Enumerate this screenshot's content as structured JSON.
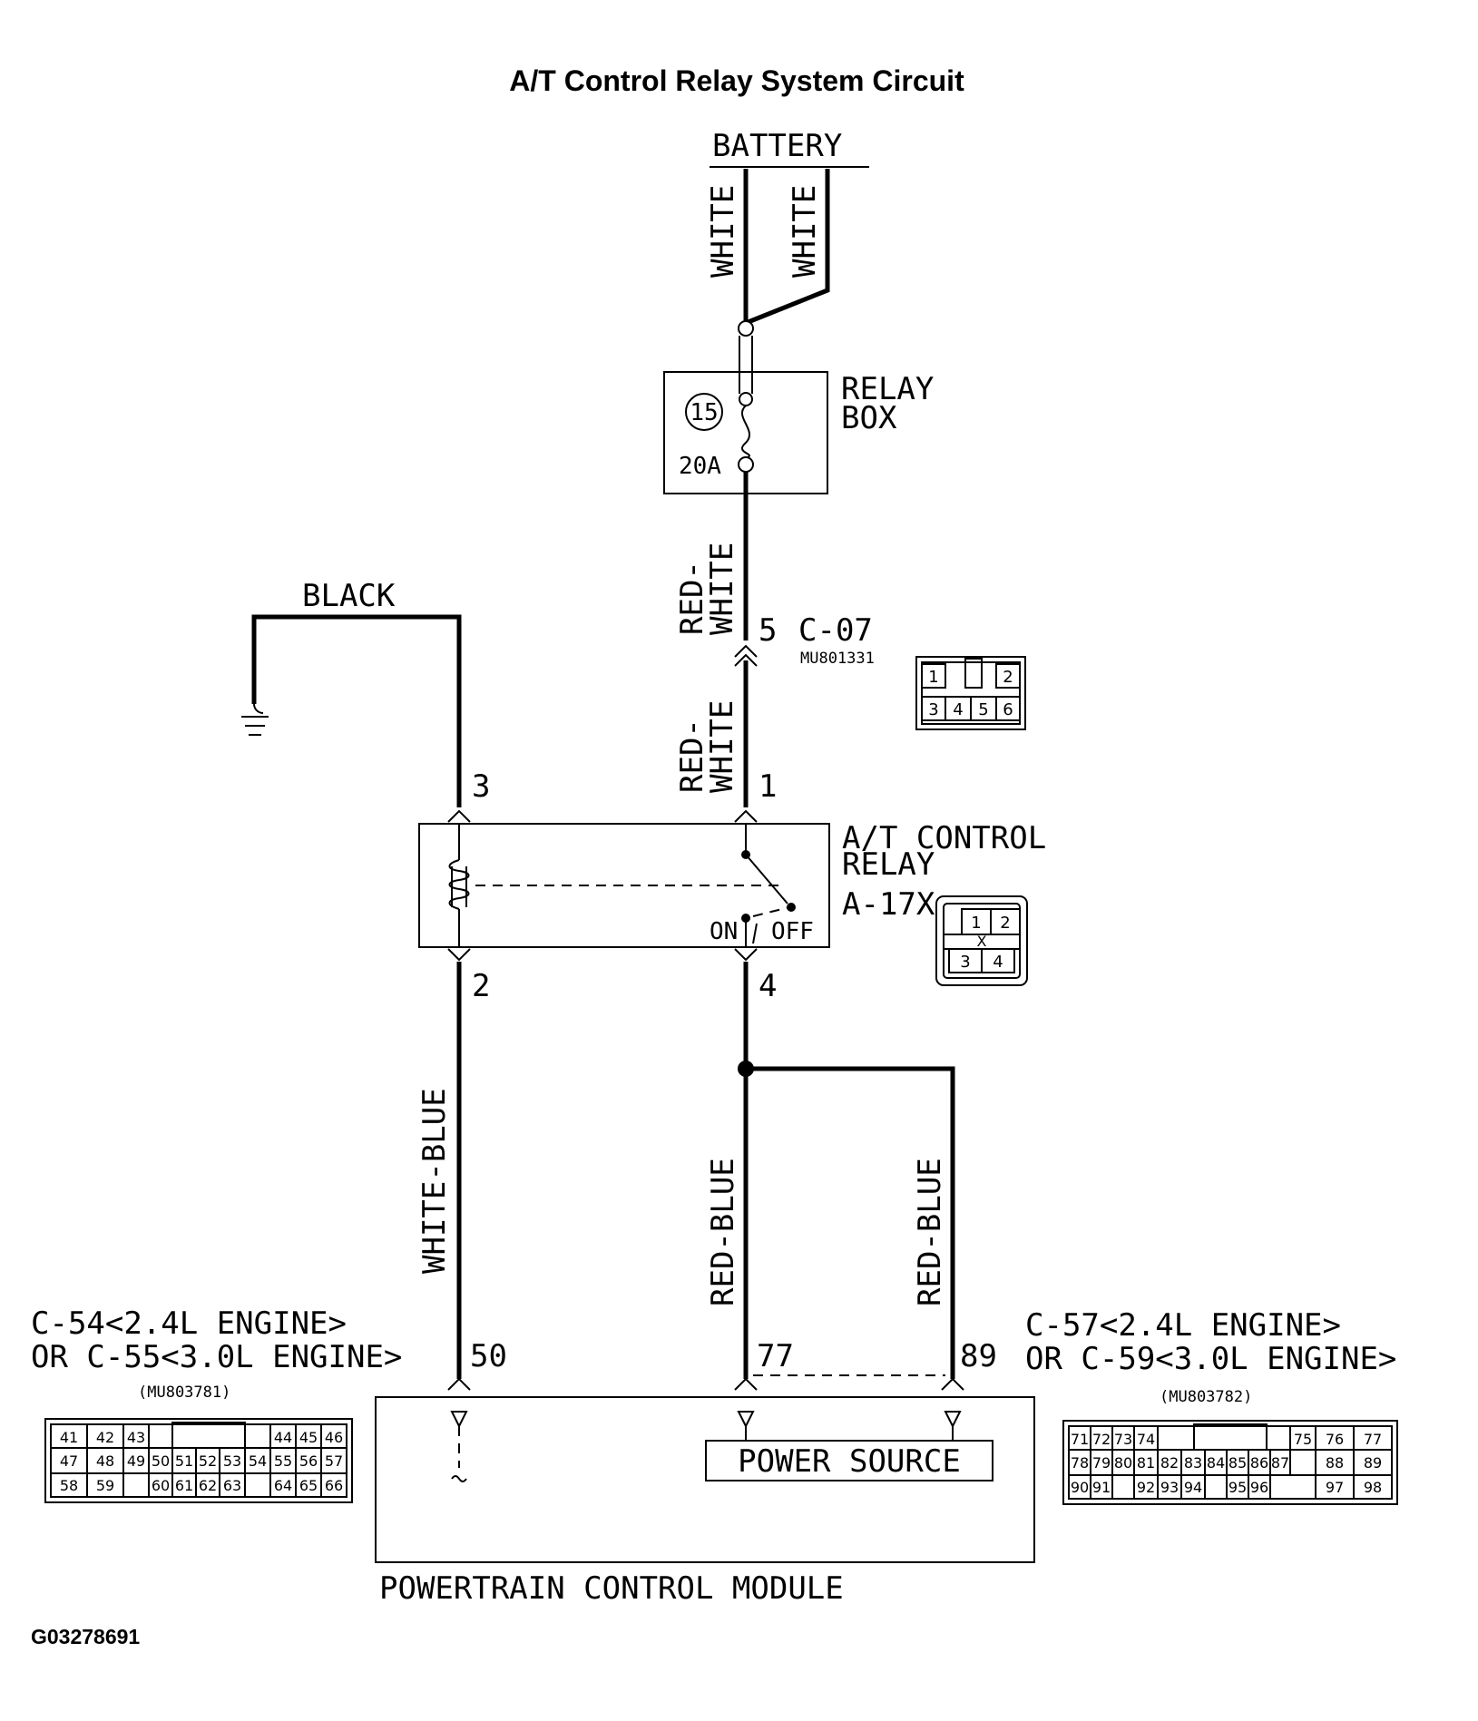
{
  "title": "A/T Control Relay System Circuit",
  "figure_code": "G03278691",
  "battery": {
    "label": "BATTERY",
    "wire_left": "WHITE",
    "wire_right": "WHITE"
  },
  "relay_box": {
    "label_line1": "RELAY",
    "label_line2": "BOX",
    "fuse_number": "15",
    "fuse_rating": "20A"
  },
  "wires": {
    "red_white_line1": "RED-",
    "red_white_line2": "WHITE",
    "black": "BLACK",
    "white_blue": "WHITE-BLUE",
    "red_blue_left": "RED-BLUE",
    "red_blue_right": "RED-BLUE"
  },
  "connector_c07": {
    "pin": "5",
    "name": "C-07",
    "part": "MU801331",
    "cells_top": [
      "1",
      "",
      "2"
    ],
    "cells_bottom": [
      "3",
      "4",
      "5",
      "6"
    ]
  },
  "relay": {
    "label_line1": "A/T CONTROL",
    "label_line2": "RELAY",
    "id": "A-17X",
    "pin_top_left": "3",
    "pin_top_right": "1",
    "pin_bottom_left": "2",
    "pin_bottom_right": "4",
    "on": "ON",
    "off": "OFF",
    "connector_cells_top": [
      "1",
      "2"
    ],
    "connector_mark": "X",
    "connector_cells_bottom": [
      "3",
      "4"
    ]
  },
  "pcm": {
    "label": "POWERTRAIN CONTROL MODULE",
    "power_source": "POWER SOURCE",
    "pin_50": "50",
    "pin_77": "77",
    "pin_89": "89"
  },
  "connector_left": {
    "line1": "C-54<2.4L ENGINE>",
    "line2": "OR C-55<3.0L ENGINE>",
    "part": "(MU803781)",
    "row1": [
      "41",
      "42",
      "43",
      "",
      "",
      "44",
      "45",
      "46"
    ],
    "row2": [
      "47",
      "48",
      "49",
      "50",
      "51",
      "52",
      "53",
      "54",
      "55",
      "56",
      "57"
    ],
    "row3": [
      "58",
      "59",
      "",
      "60",
      "61",
      "62",
      "63",
      "",
      "64",
      "65",
      "66"
    ]
  },
  "connector_right": {
    "line1": "C-57<2.4L ENGINE>",
    "line2": "OR C-59<3.0L ENGINE>",
    "part": "(MU803782)",
    "row1": [
      "71",
      "72",
      "73",
      "74",
      "",
      "",
      "",
      "",
      "75",
      "76",
      "77"
    ],
    "row2": [
      "78",
      "79",
      "80",
      "81",
      "82",
      "83",
      "84",
      "85",
      "86",
      "87",
      "88",
      "89"
    ],
    "row3": [
      "90",
      "91",
      "",
      "92",
      "93",
      "94",
      "",
      "95",
      "96",
      "",
      "97",
      "98"
    ]
  }
}
